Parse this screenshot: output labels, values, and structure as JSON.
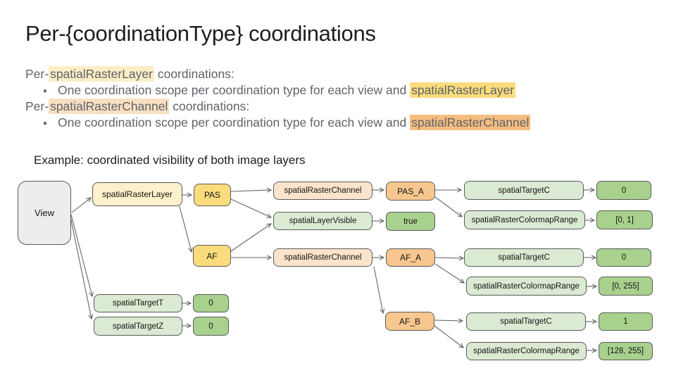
{
  "title": "Per-{coordinationType} coordinations",
  "body": {
    "per_layer": {
      "prefix": "Per-",
      "highlight": "spatialRasterLayer",
      "suffix": " coordinations:"
    },
    "per_layer_bullet": {
      "text": "One coordination scope per coordination type for each view and ",
      "highlight": "spatialRasterLayer"
    },
    "per_channel": {
      "prefix": "Per-",
      "highlight": "spatialRasterChannel",
      "suffix": " coordinations:"
    },
    "per_channel_bullet": {
      "text": "One coordination scope per coordination type for each view and ",
      "highlight": "spatialRasterChannel"
    }
  },
  "example_heading": "Example: coordinated visibility of both image layers",
  "diagram": {
    "nodes": {
      "view": "View",
      "raster_layer": "spatialRasterLayer",
      "pas": "PAS",
      "af": "AF",
      "pas_channel": "spatialRasterChannel",
      "layer_visible": "spatialLayerVisible",
      "layer_visible_value": "true",
      "af_channel": "spatialRasterChannel",
      "pas_a": "PAS_A",
      "af_a": "AF_A",
      "af_b": "AF_B",
      "pas_a_target_c": "spatialTargetC",
      "pas_a_target_c_value": "0",
      "pas_a_colormap": "spatialRasterColormapRange",
      "pas_a_colormap_value": "[0, 1]",
      "af_a_target_c": "spatialTargetC",
      "af_a_target_c_value": "0",
      "af_a_colormap": "spatialRasterColormapRange",
      "af_a_colormap_value": "[0, 255]",
      "af_b_target_c": "spatialTargetC",
      "af_b_target_c_value": "1",
      "af_b_colormap": "spatialRasterColormapRange",
      "af_b_colormap_value": "[128, 255]",
      "target_t": "spatialTargetT",
      "target_t_value": "0",
      "target_z": "spatialTargetZ",
      "target_z_value": "0"
    },
    "edges": [
      [
        "view",
        "raster_layer"
      ],
      [
        "view",
        "target_t"
      ],
      [
        "view",
        "target_z"
      ],
      [
        "raster_layer",
        "pas"
      ],
      [
        "raster_layer",
        "af"
      ],
      [
        "pas",
        "pas_channel"
      ],
      [
        "pas",
        "layer_visible"
      ],
      [
        "af",
        "layer_visible"
      ],
      [
        "af",
        "af_channel"
      ],
      [
        "pas_channel",
        "pas_a"
      ],
      [
        "layer_visible",
        "layer_visible_value"
      ],
      [
        "af_channel",
        "af_a"
      ],
      [
        "af_channel",
        "af_b"
      ],
      [
        "pas_a",
        "pas_a_target_c"
      ],
      [
        "pas_a",
        "pas_a_colormap"
      ],
      [
        "af_a",
        "af_a_target_c"
      ],
      [
        "af_a",
        "af_a_colormap"
      ],
      [
        "af_b",
        "af_b_target_c"
      ],
      [
        "af_b",
        "af_b_colormap"
      ],
      [
        "pas_a_target_c",
        "pas_a_target_c_value"
      ],
      [
        "pas_a_colormap",
        "pas_a_colormap_value"
      ],
      [
        "af_a_target_c",
        "af_a_target_c_value"
      ],
      [
        "af_a_colormap",
        "af_a_colormap_value"
      ],
      [
        "af_b_target_c",
        "af_b_target_c_value"
      ],
      [
        "af_b_colormap",
        "af_b_colormap_value"
      ],
      [
        "target_t",
        "target_t_value"
      ],
      [
        "target_z",
        "target_z_value"
      ]
    ]
  },
  "colors": {
    "highlight_yellow_light": "#fbeec6",
    "highlight_yellow": "#fadc7d",
    "highlight_peach_light": "#f9dfc2",
    "highlight_orange": "#f5bd80",
    "node_gray": "#ededed",
    "node_cream": "#fcf1ca",
    "node_yellow": "#fbdc7c",
    "node_peach": "#fbe4cb",
    "node_orange": "#f7c78f",
    "node_green_light": "#dbebd3",
    "node_green": "#a9d18e",
    "node_border": "#5a5a5a",
    "arrow": "#666666",
    "body_text": "#5f6368",
    "title_text": "#1d1d21"
  }
}
